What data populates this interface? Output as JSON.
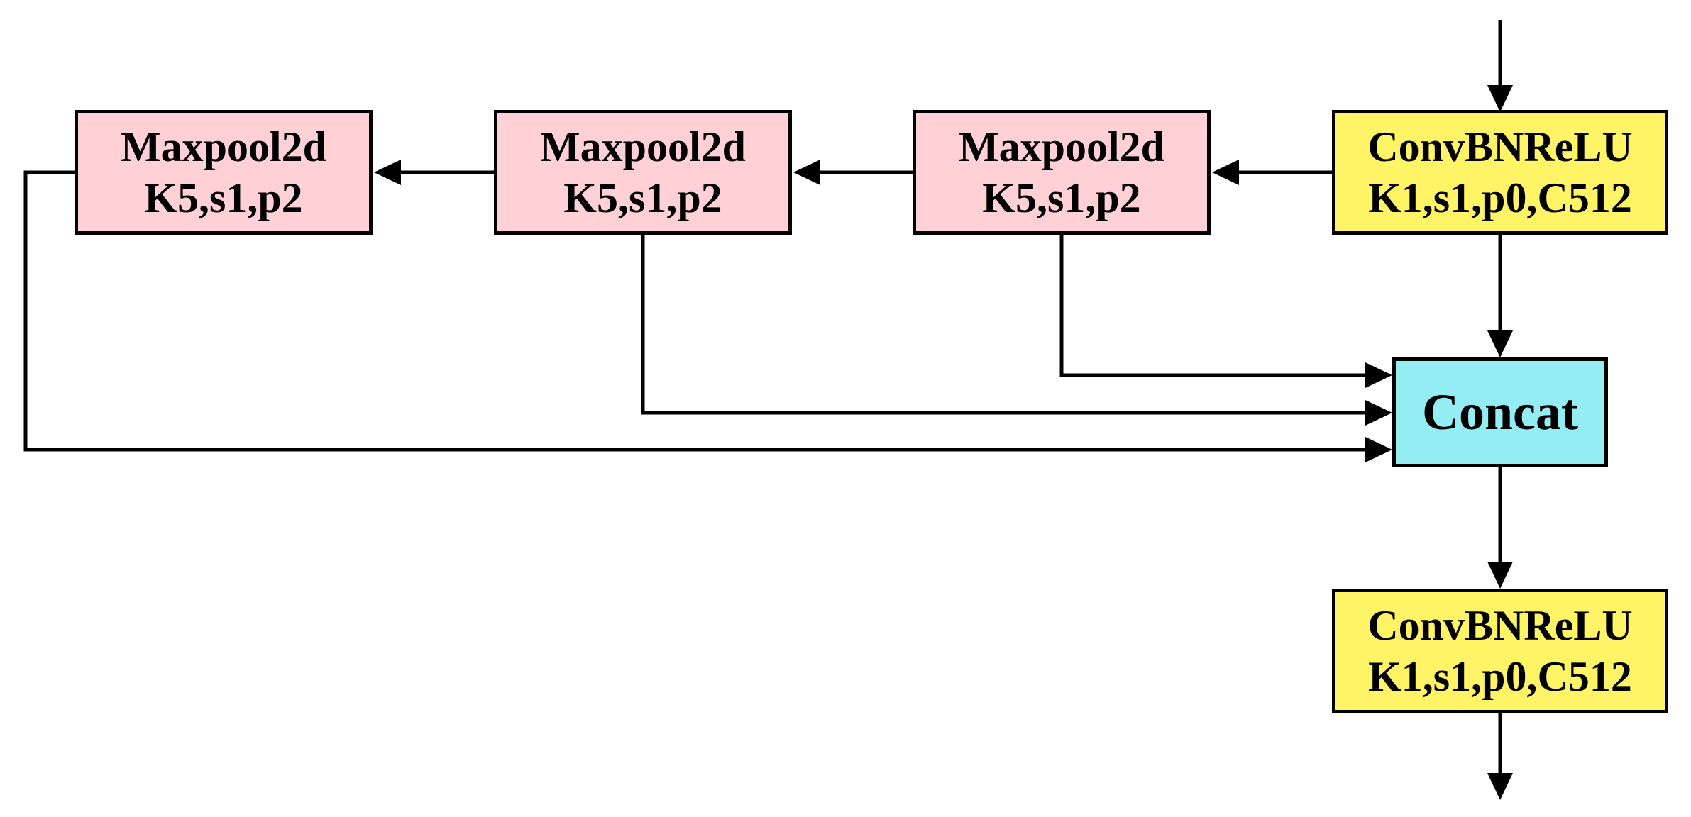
{
  "colors": {
    "maxpool_fill": "#FFD0D5",
    "conv_fill": "#FFF466",
    "concat_fill": "#93EDF3",
    "stroke": "#000000"
  },
  "blocks": {
    "maxpool_1": {
      "line1": "Maxpool2d",
      "line2": "K5,s1,p2"
    },
    "maxpool_2": {
      "line1": "Maxpool2d",
      "line2": "K5,s1,p2"
    },
    "maxpool_3": {
      "line1": "Maxpool2d",
      "line2": "K5,s1,p2"
    },
    "conv_top": {
      "line1": "ConvBNReLU",
      "line2": "K1,s1,p0,C512"
    },
    "concat": {
      "line1": "Concat"
    },
    "conv_bottom": {
      "line1": "ConvBNReLU",
      "line2": "K1,s1,p0,C512"
    }
  }
}
